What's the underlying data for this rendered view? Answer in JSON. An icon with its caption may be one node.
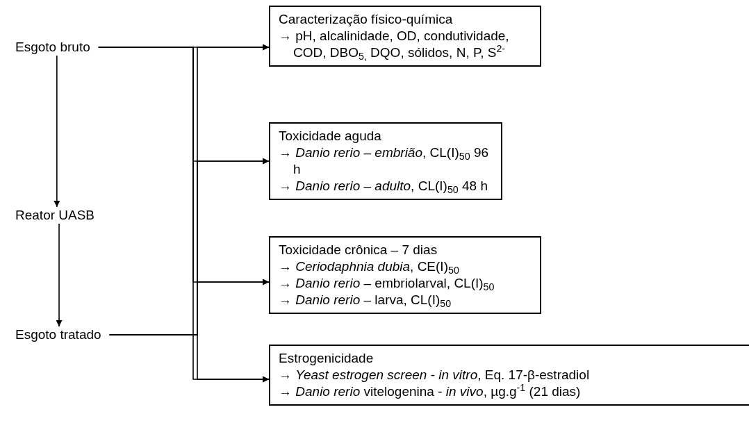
{
  "diagram": {
    "nodes": [
      {
        "text": [
          "Esgoto bruto"
        ]
      },
      {
        "text": [
          "Reator UASB"
        ]
      },
      {
        "text": [
          "Esgoto tratado"
        ]
      },
      {
        "text": [
          "Caracterização físico-química",
          "→ pH, alcalinidade, OD, condutividade, COD, DBO$_{5,}$ DQO, sólidos, N, P, S$^{2-}$"
        ]
      },
      {
        "text": [
          "Toxicidade aguda",
          "→ *Danio rerio – embrião*, CL(I)$_{50}$ 96 h",
          "→ *Danio rerio – adulto*, CL(I)$_{50}$ 48 h"
        ]
      },
      {
        "text": [
          "Toxicidade crônica – 7 dias",
          "→ *Ceriodaphnia dubia*, CE(I)$_{50}$",
          "→ *Danio rerio* – embriolarval, CL(I)$_{50}$",
          "→ *Danio rerio* – larva, CL(I)$_{50}$"
        ]
      },
      {
        "text": [
          "Estrogenicidade",
          "→ *Yeast estrogen screen* - *in vitro*, Eq. 17-β-estradiol",
          "→ *Danio rerio* vitelogenina - *in vivo*, µg.g$^{-1}$ (21 dias)"
        ]
      }
    ],
    "edges": [
      {
        "from": 0,
        "to": 1,
        "arrow": "to"
      },
      {
        "from": 1,
        "to": 2,
        "arrow": "to"
      },
      {
        "from": 0,
        "to": 3,
        "arrow": "to"
      },
      {
        "from": 0,
        "to": 4,
        "arrow": "to"
      },
      {
        "from": 0,
        "to": 5,
        "arrow": "to"
      },
      {
        "from": 0,
        "to": 6,
        "arrow": "to"
      },
      {
        "from": 2,
        "to": 3,
        "arrow": "to"
      },
      {
        "from": 2,
        "to": 4,
        "arrow": "to"
      },
      {
        "from": 2,
        "to": 5,
        "arrow": "to"
      },
      {
        "from": 2,
        "to": 6,
        "arrow": "to"
      }
    ]
  }
}
